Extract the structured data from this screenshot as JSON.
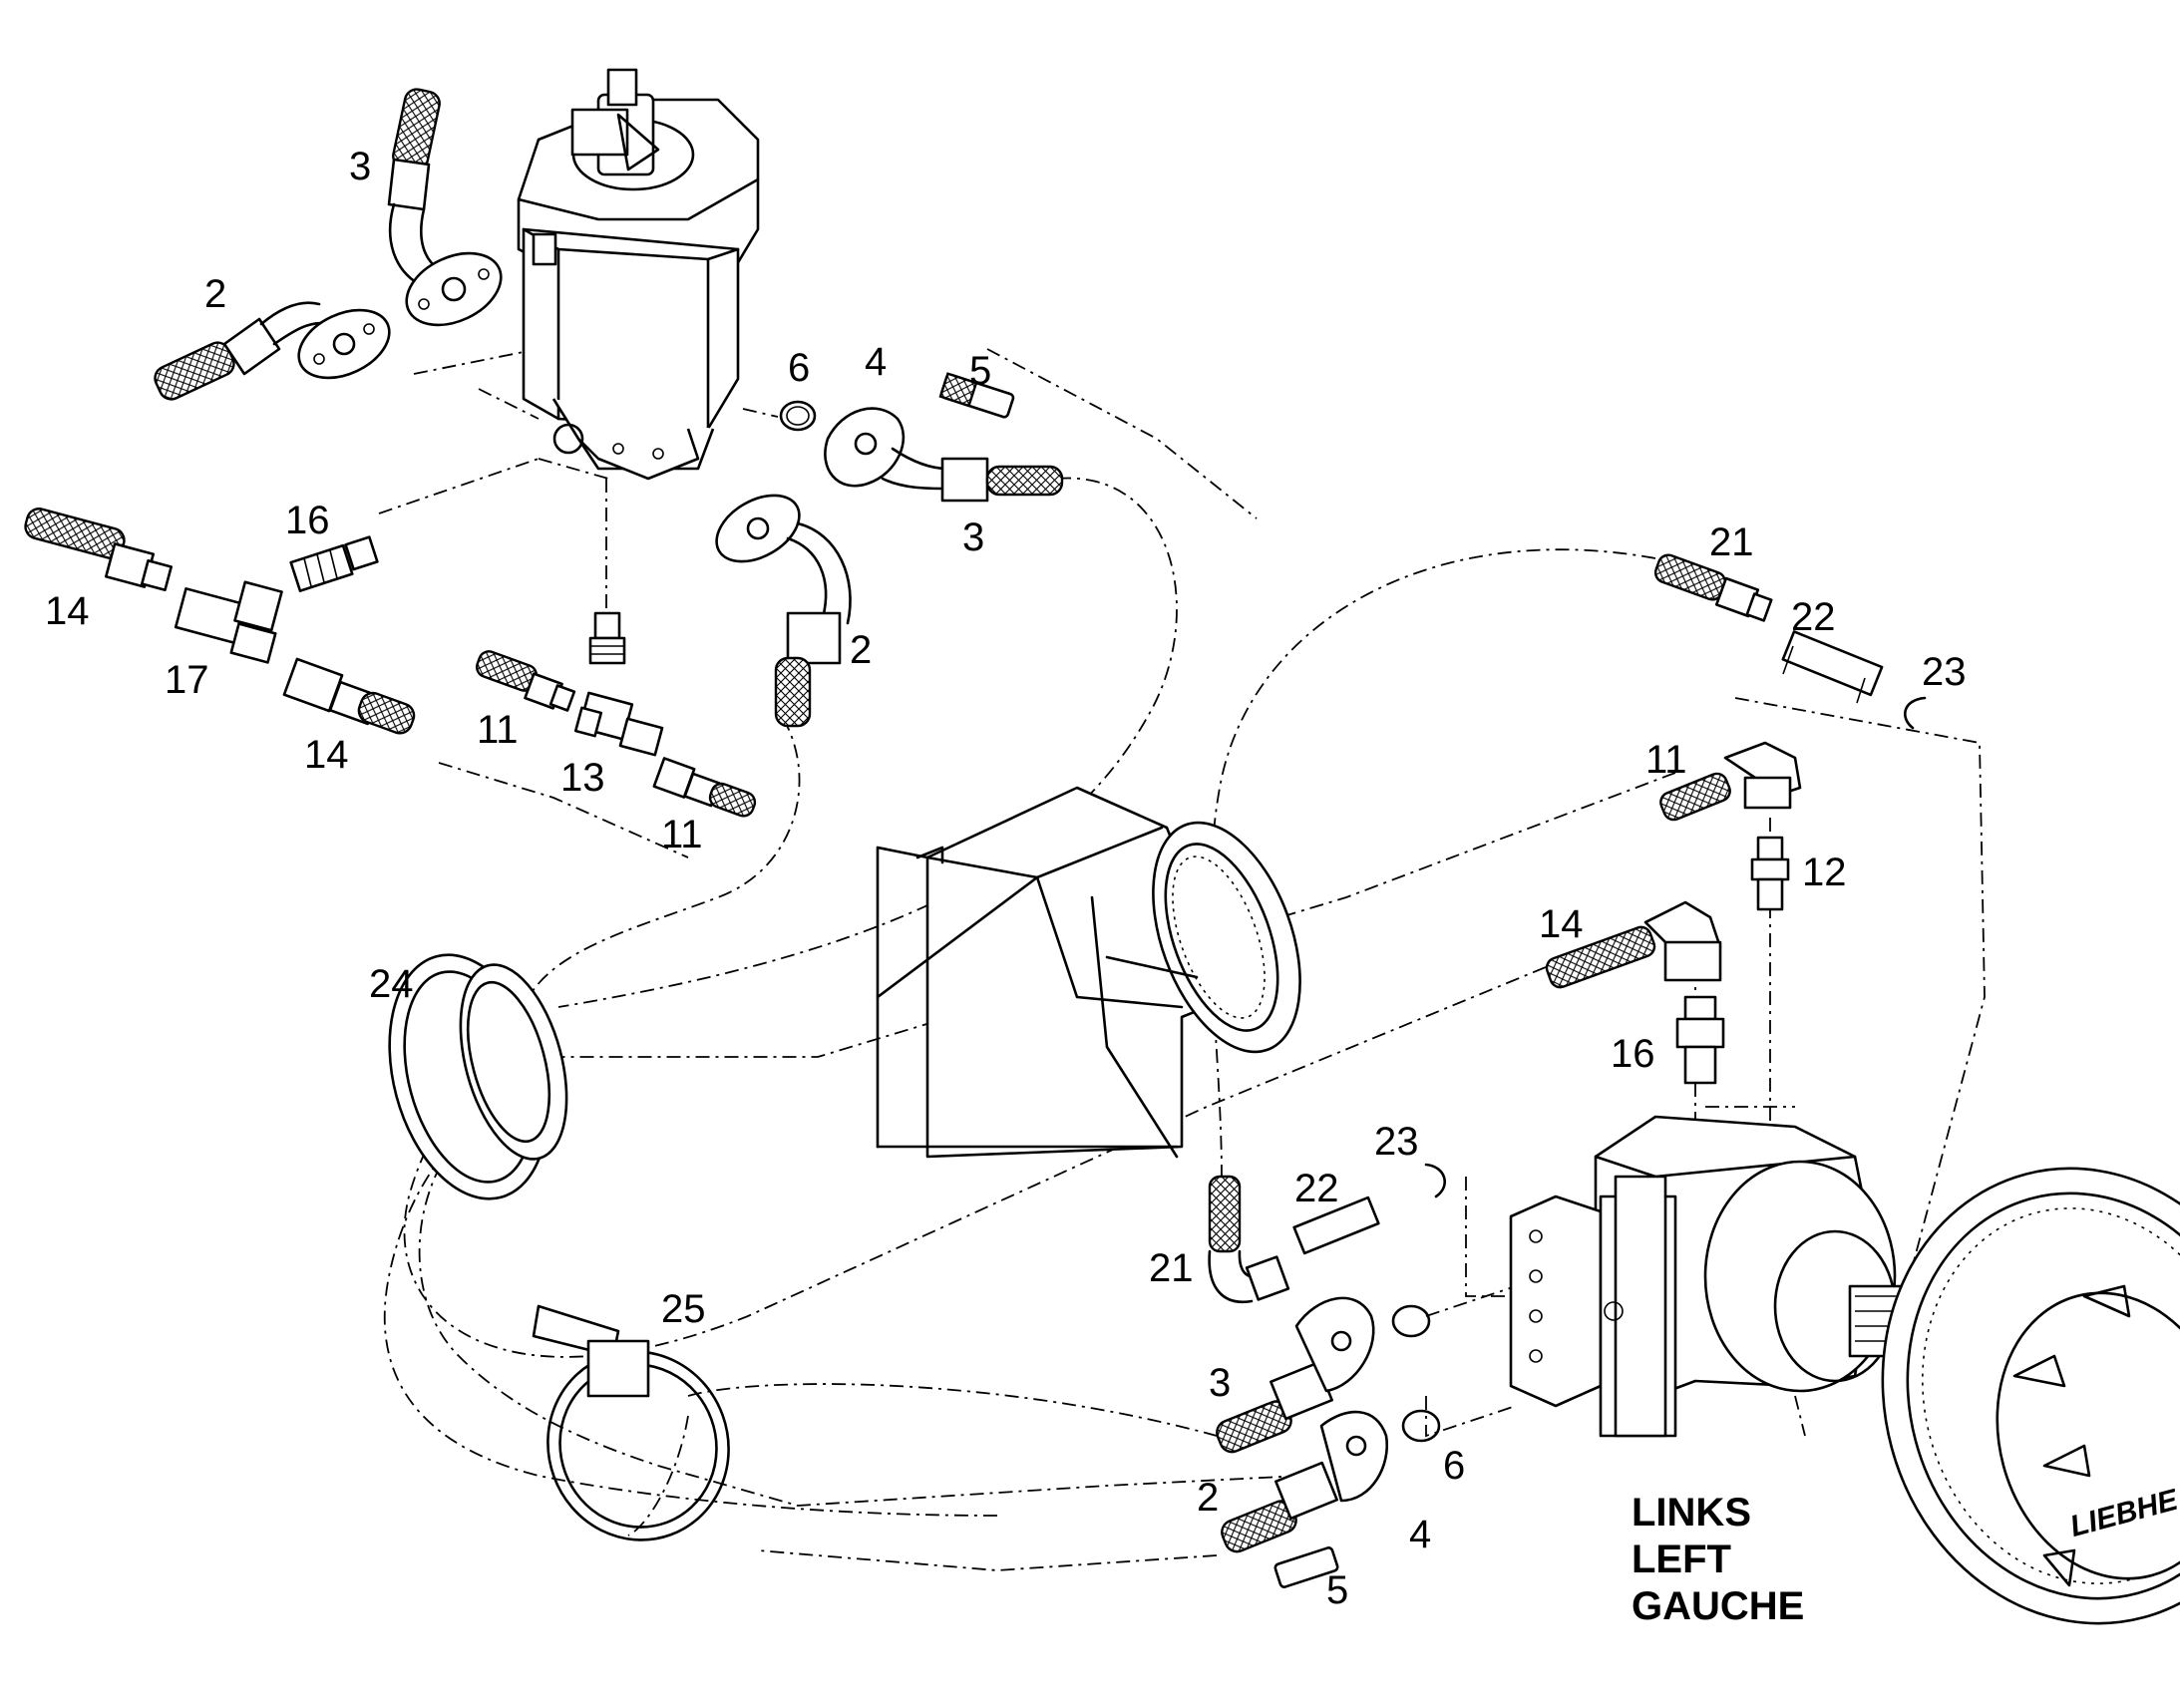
{
  "callouts": {
    "c2a": "2",
    "c3a": "3",
    "c6a": "6",
    "c4a": "4",
    "c5a": "5",
    "c3b": "3",
    "c16a": "16",
    "c14a": "14",
    "c17": "17",
    "c14b": "14",
    "c2b": "2",
    "c11a": "11",
    "c13": "13",
    "c11b": "11",
    "c21a": "21",
    "c22a": "22",
    "c23a": "23",
    "c11c": "11",
    "c12": "12",
    "c14c": "14",
    "c16b": "16",
    "c24": "24",
    "c23b": "23",
    "c22b": "22",
    "c21b": "21",
    "c25": "25",
    "c3c": "3",
    "c6b": "6",
    "c2c": "2",
    "c4b": "4",
    "c5b": "5"
  },
  "side_label": [
    "LINKS",
    "LEFT",
    "GAUCHE"
  ],
  "brand_text": "LIEBHE"
}
